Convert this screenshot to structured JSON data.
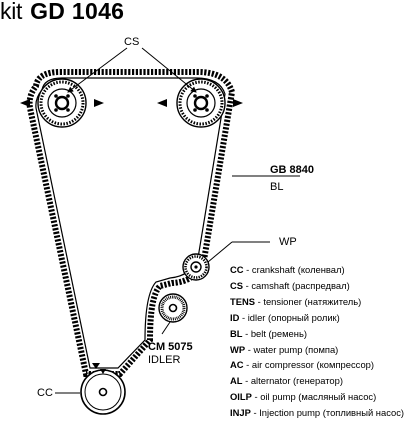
{
  "title": {
    "kit": "kit",
    "code": "GD 1046"
  },
  "labels": {
    "cs": "CS",
    "belt_code": "GB 8840",
    "belt_type": "BL",
    "wp": "WP",
    "idler_code": "CM  5075",
    "idler_type": "IDLER",
    "cc": "CC"
  },
  "legend": [
    {
      "key": "CC",
      "desc": " - crankshaft (коленвал)"
    },
    {
      "key": "CS",
      "desc": " - camshaft (распредвал)"
    },
    {
      "key": "TENS",
      "desc": " - tensioner (натяжитель)"
    },
    {
      "key": "ID",
      "desc": " - idler (опорный ролик)"
    },
    {
      "key": "BL",
      "desc": " - belt (ремень)"
    },
    {
      "key": "WP",
      "desc": " - water pump (помпа)"
    },
    {
      "key": "AC",
      "desc": " - air compressor (компрессор)"
    },
    {
      "key": "AL",
      "desc": " - alternator (генератор)"
    },
    {
      "key": "OILP",
      "desc": " - oil pump (масляный насос)"
    },
    {
      "key": "INJP",
      "desc": " - Injection pump (топливный насос)"
    }
  ]
}
